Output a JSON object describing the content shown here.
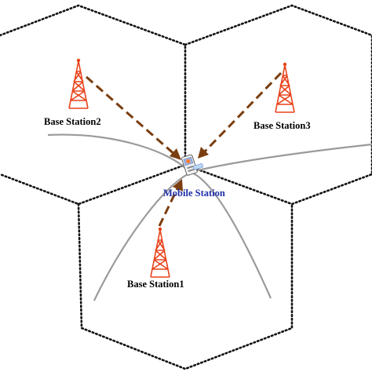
{
  "diagram": {
    "labels": {
      "base_station_1": "Base Station1",
      "base_station_2": "Base Station2",
      "base_station_3": "Base Station3",
      "mobile_station": "Mobile Station"
    },
    "colors": {
      "cell_border": "#111111",
      "hyperbola": "#9a9a9a",
      "signal_link": "#7a3e10",
      "tower": "#e8421a",
      "mobile_label": "#1f2fa8"
    },
    "icons": {
      "tower": "radio-tower-icon",
      "mobile": "mobile-phone-icon"
    }
  }
}
